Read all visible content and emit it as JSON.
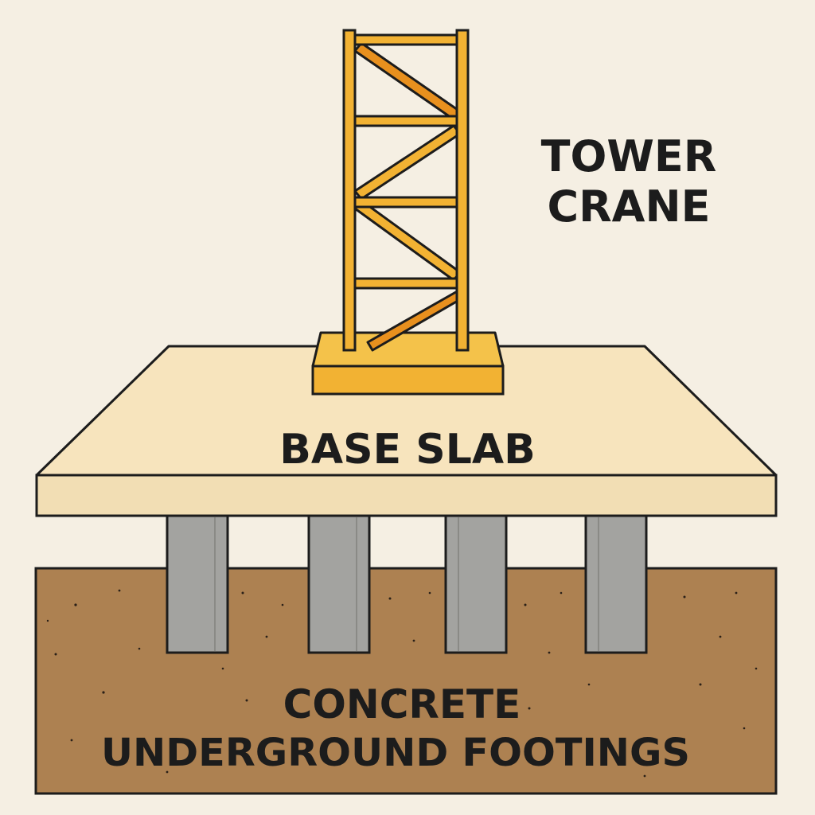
{
  "labels": {
    "tower_line1": "TOWER",
    "tower_line2": "CRANE",
    "slab": "BASE SLAB",
    "footings_line1": "CONCRETE",
    "footings_line2": "UNDERGROUND FOOTINGS"
  },
  "colors": {
    "background": "#f5efe3",
    "crane": "#f2b233",
    "crane_diagonal": "#e8901e",
    "slab_top": "#f7e4bd",
    "slab_front": "#f2deb4",
    "soil": "#ad8151",
    "pile": "#a3a3a0",
    "outline": "#1c1c1c"
  }
}
